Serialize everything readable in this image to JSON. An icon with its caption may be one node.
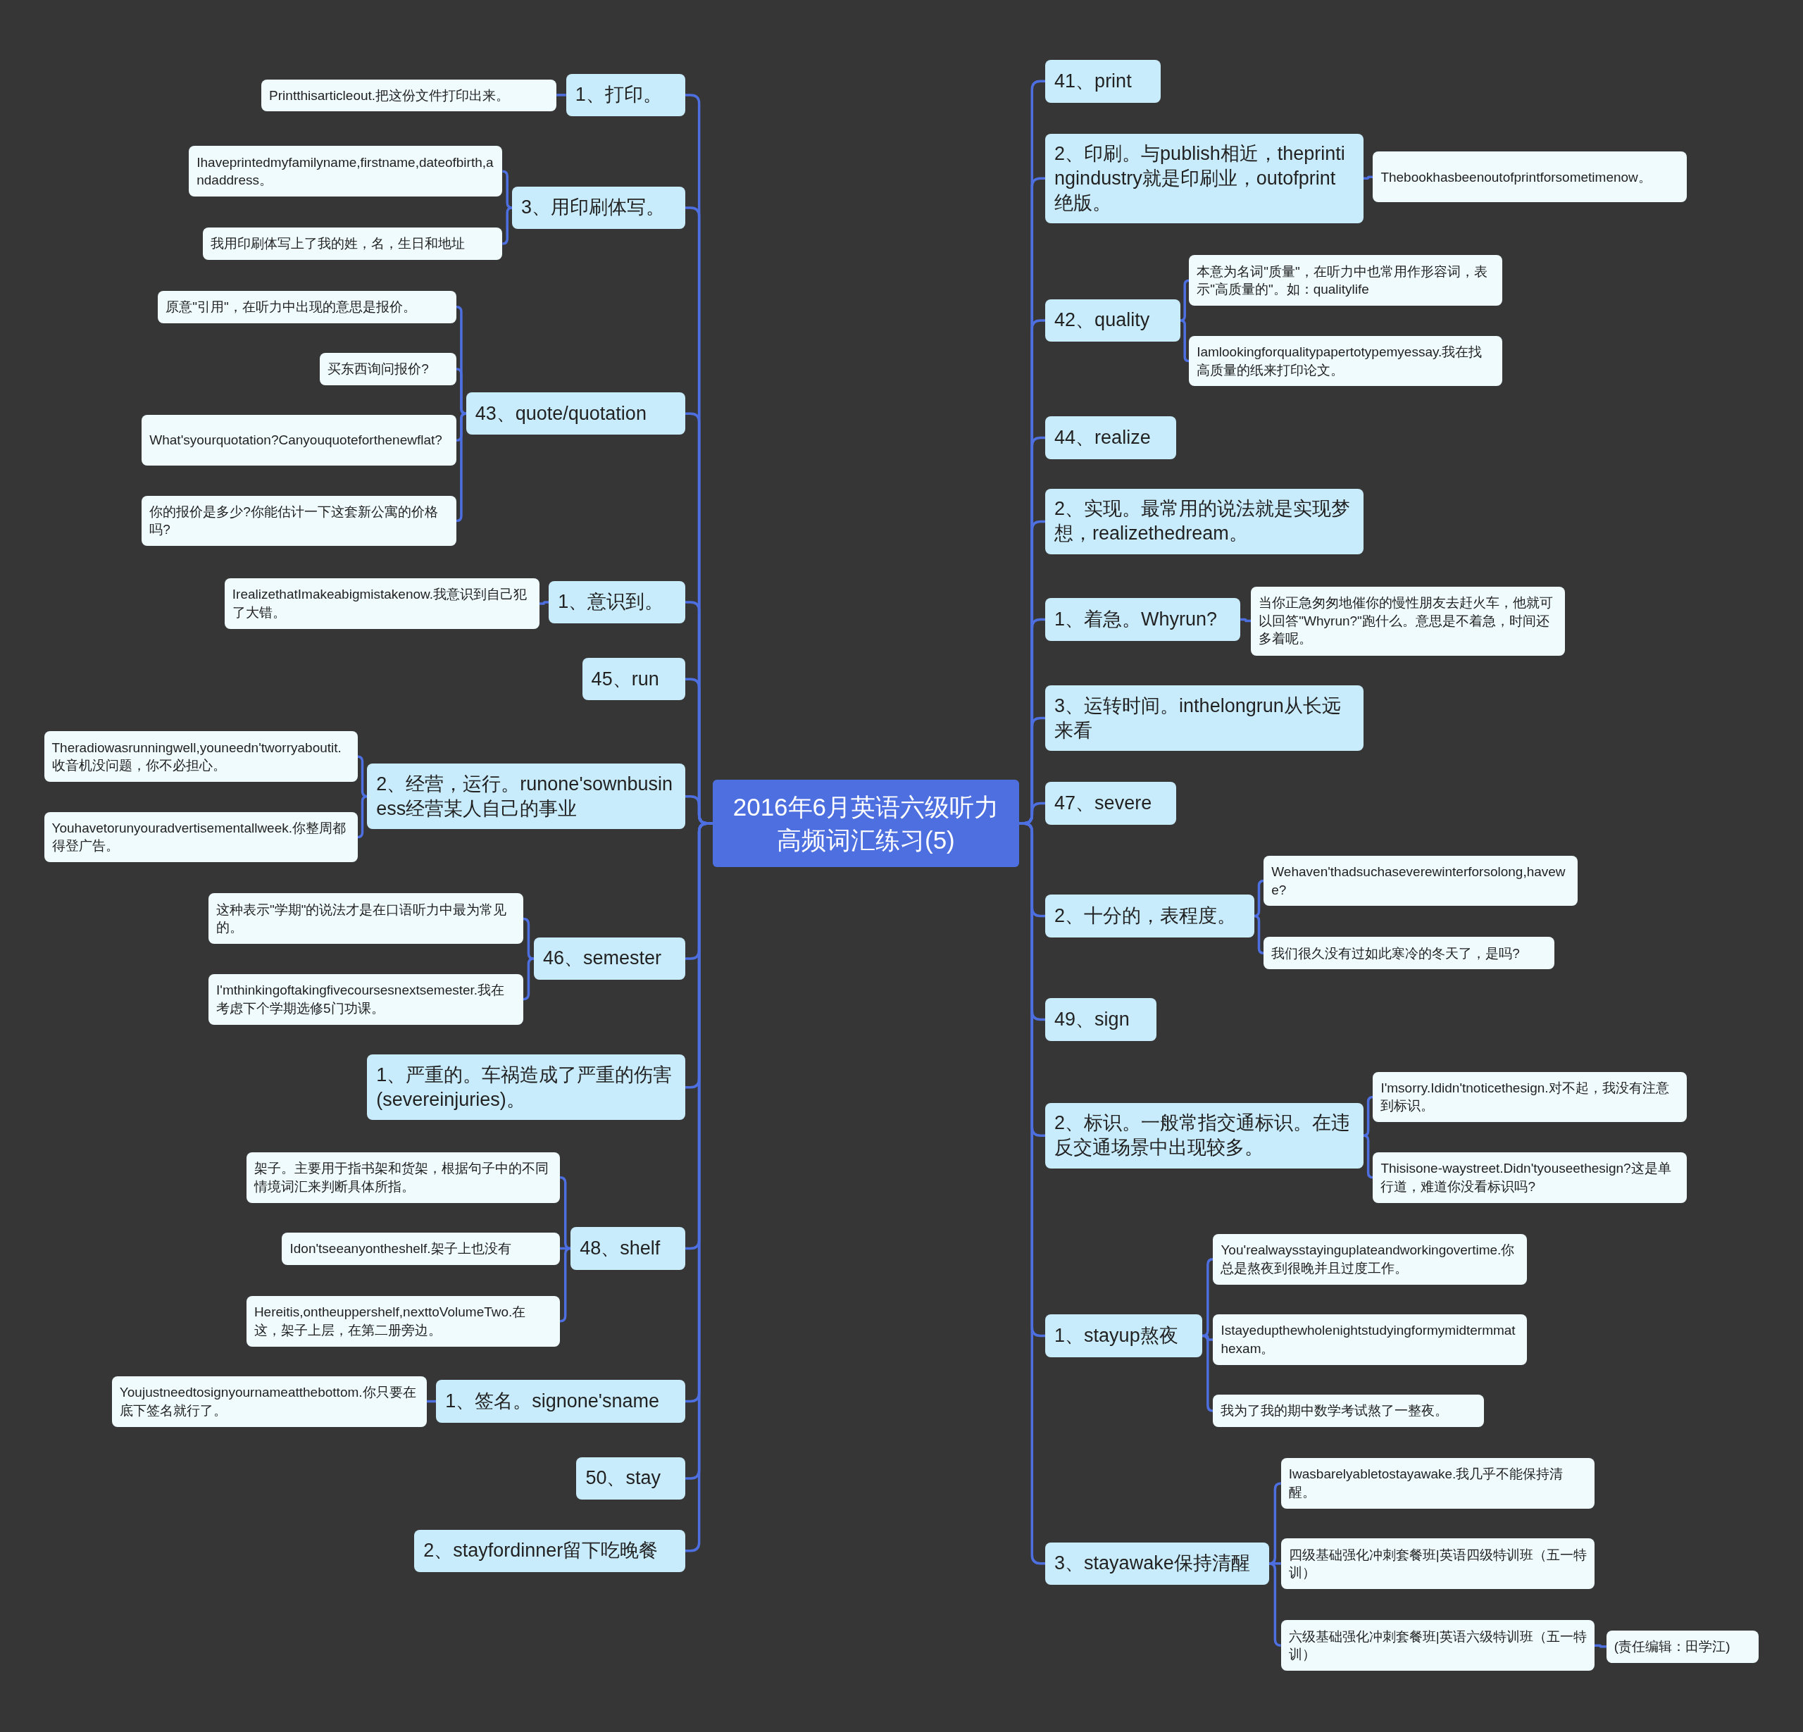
{
  "diagram": {
    "nodes": [
      {
        "text": [
          "2016年6月英语六级听力高频词汇练习(5)"
        ]
      },
      {
        "text": [
          "1、打印。"
        ]
      },
      {
        "text": [
          "Printthisarticleout.把这份文件打印出来。"
        ]
      },
      {
        "text": [
          "3、用印刷体写。"
        ]
      },
      {
        "text": [
          "Ihaveprintedmyfamilyname,firstname,dateofbirth,andaddress。"
        ]
      },
      {
        "text": [
          "我用印刷体写上了我的姓，名，生日和地址"
        ]
      },
      {
        "text": [
          "43、quote/quotation"
        ]
      },
      {
        "text": [
          "原意\"引用\"，在听力中出现的意思是报价。"
        ]
      },
      {
        "text": [
          "买东西询问报价?"
        ]
      },
      {
        "text": [
          "What'syourquotation?Canyouquoteforthenewflat?"
        ]
      },
      {
        "text": [
          "你的报价是多少?你能估计一下这套新公寓的价格吗?"
        ]
      },
      {
        "text": [
          "1、意识到。"
        ]
      },
      {
        "text": [
          "IrealizethatImakeabigmistakenow.我意识到自己犯了大错。"
        ]
      },
      {
        "text": [
          "45、run"
        ]
      },
      {
        "text": [
          "2、经营，运行。runone'sownbusiness经营某人自己的事业"
        ]
      },
      {
        "text": [
          "Theradiowasrunningwell,youneedn'tworryaboutit.收音机没问题，你不必担心。"
        ]
      },
      {
        "text": [
          "Youhavetorunyouradvertisementallweek.你整周都得登广告。"
        ]
      },
      {
        "text": [
          "46、semester"
        ]
      },
      {
        "text": [
          "这种表示\"学期\"的说法才是在口语听力中最为常见的。"
        ]
      },
      {
        "text": [
          "I'mthinkingoftakingfivecoursesnextsemester.我在考虑下个学期选修5门功课。"
        ]
      },
      {
        "text": [
          "1、严重的。车祸造成了严重的伤害(severeinjuries)。"
        ]
      },
      {
        "text": [
          "48、shelf"
        ]
      },
      {
        "text": [
          "架子。主要用于指书架和货架，根据句子中的不同情境词汇来判断具体所指。"
        ]
      },
      {
        "text": [
          "Idon'tseeanyontheshelf.架子上也没有"
        ]
      },
      {
        "text": [
          "Hereitis,ontheuppershelf,nexttoVolumeTwo.在这，架子上层，在第二册旁边。"
        ]
      },
      {
        "text": [
          "1、签名。signone'sname"
        ]
      },
      {
        "text": [
          "Youjustneedtosignyournameatthebottom.你只要在底下签名就行了。"
        ]
      },
      {
        "text": [
          "50、stay"
        ]
      },
      {
        "text": [
          "2、stayfordinner留下吃晚餐"
        ]
      },
      {
        "text": [
          "41、print"
        ]
      },
      {
        "text": [
          "2、印刷。与publish相近，theprintingindustry就是印刷业，outofprint绝版。"
        ]
      },
      {
        "text": [
          "Thebookhasbeenoutofprintforsometimenow。"
        ]
      },
      {
        "text": [
          "42、quality"
        ]
      },
      {
        "text": [
          "本意为名词\"质量\"，在听力中也常用作形容词，表示\"高质量的\"。如：qualitylife"
        ]
      },
      {
        "text": [
          "Iamlookingforqualitypapertotypemyessay.我在找高质量的纸来打印论文。"
        ]
      },
      {
        "text": [
          "44、realize"
        ]
      },
      {
        "text": [
          "2、实现。最常用的说法就是实现梦想，realizethedream。"
        ]
      },
      {
        "text": [
          "1、着急。Whyrun?"
        ]
      },
      {
        "text": [
          "当你正急匆匆地催你的慢性朋友去赶火车，他就可以回答\"Whyrun?\"跑什么。意思是不着急，时间还多着呢。"
        ]
      },
      {
        "text": [
          "3、运转时间。inthelongrun从长远来看"
        ]
      },
      {
        "text": [
          "47、severe"
        ]
      },
      {
        "text": [
          "2、十分的，表程度。"
        ]
      },
      {
        "text": [
          "Wehaven'thadsuchaseverewinterforsolong,havewe?"
        ]
      },
      {
        "text": [
          "我们很久没有过如此寒冷的冬天了，是吗?"
        ]
      },
      {
        "text": [
          "49、sign"
        ]
      },
      {
        "text": [
          "2、标识。一般常指交通标识。在违反交通场景中出现较多。"
        ]
      },
      {
        "text": [
          "I'msorry.Ididn'tnoticethesign.对不起，我没有注意到标识。"
        ]
      },
      {
        "text": [
          "Thisisone-waystreet.Didn'tyouseethesign?这是单行道，难道你没看标识吗?"
        ]
      },
      {
        "text": [
          "1、stayup熬夜"
        ]
      },
      {
        "text": [
          "You'realwaysstayinguplateandworkingovertime.你总是熬夜到很晚并且过度工作。"
        ]
      },
      {
        "text": [
          "Istayedupthewholenightstudyingformymidtermmathexam。"
        ]
      },
      {
        "text": [
          "我为了我的期中数学考试熬了一整夜。"
        ]
      },
      {
        "text": [
          "3、stayawake保持清醒"
        ]
      },
      {
        "text": [
          "Iwasbarelyabletostayawake.我几乎不能保持清醒。"
        ]
      },
      {
        "text": [
          "四级基础强化冲刺套餐班|英语四级特训班（五一特训）"
        ]
      },
      {
        "text": [
          "六级基础强化冲刺套餐班|英语六级特训班（五一特训）"
        ]
      },
      {
        "text": [
          "(责任编辑：田学江)"
        ]
      }
    ],
    "edges": [
      {
        "from": 0,
        "to": 1,
        "arrow": "none"
      },
      {
        "from": 1,
        "to": 2,
        "arrow": "none"
      },
      {
        "from": 0,
        "to": 3,
        "arrow": "none"
      },
      {
        "from": 3,
        "to": 4,
        "arrow": "none"
      },
      {
        "from": 3,
        "to": 5,
        "arrow": "none"
      },
      {
        "from": 0,
        "to": 6,
        "arrow": "none"
      },
      {
        "from": 6,
        "to": 7,
        "arrow": "none"
      },
      {
        "from": 6,
        "to": 8,
        "arrow": "none"
      },
      {
        "from": 6,
        "to": 9,
        "arrow": "none"
      },
      {
        "from": 6,
        "to": 10,
        "arrow": "none"
      },
      {
        "from": 0,
        "to": 11,
        "arrow": "none"
      },
      {
        "from": 11,
        "to": 12,
        "arrow": "none"
      },
      {
        "from": 0,
        "to": 13,
        "arrow": "none"
      },
      {
        "from": 0,
        "to": 14,
        "arrow": "none"
      },
      {
        "from": 14,
        "to": 15,
        "arrow": "none"
      },
      {
        "from": 14,
        "to": 16,
        "arrow": "none"
      },
      {
        "from": 0,
        "to": 17,
        "arrow": "none"
      },
      {
        "from": 17,
        "to": 18,
        "arrow": "none"
      },
      {
        "from": 17,
        "to": 19,
        "arrow": "none"
      },
      {
        "from": 0,
        "to": 20,
        "arrow": "none"
      },
      {
        "from": 0,
        "to": 21,
        "arrow": "none"
      },
      {
        "from": 21,
        "to": 22,
        "arrow": "none"
      },
      {
        "from": 21,
        "to": 23,
        "arrow": "none"
      },
      {
        "from": 21,
        "to": 24,
        "arrow": "none"
      },
      {
        "from": 0,
        "to": 25,
        "arrow": "none"
      },
      {
        "from": 25,
        "to": 26,
        "arrow": "none"
      },
      {
        "from": 0,
        "to": 27,
        "arrow": "none"
      },
      {
        "from": 0,
        "to": 28,
        "arrow": "none"
      },
      {
        "from": 0,
        "to": 29,
        "arrow": "none"
      },
      {
        "from": 0,
        "to": 30,
        "arrow": "none"
      },
      {
        "from": 30,
        "to": 31,
        "arrow": "none"
      },
      {
        "from": 0,
        "to": 32,
        "arrow": "none"
      },
      {
        "from": 32,
        "to": 33,
        "arrow": "none"
      },
      {
        "from": 32,
        "to": 34,
        "arrow": "none"
      },
      {
        "from": 0,
        "to": 35,
        "arrow": "none"
      },
      {
        "from": 0,
        "to": 36,
        "arrow": "none"
      },
      {
        "from": 0,
        "to": 37,
        "arrow": "none"
      },
      {
        "from": 37,
        "to": 38,
        "arrow": "none"
      },
      {
        "from": 0,
        "to": 39,
        "arrow": "none"
      },
      {
        "from": 0,
        "to": 40,
        "arrow": "none"
      },
      {
        "from": 0,
        "to": 41,
        "arrow": "none"
      },
      {
        "from": 41,
        "to": 42,
        "arrow": "none"
      },
      {
        "from": 41,
        "to": 43,
        "arrow": "none"
      },
      {
        "from": 0,
        "to": 44,
        "arrow": "none"
      },
      {
        "from": 0,
        "to": 45,
        "arrow": "none"
      },
      {
        "from": 45,
        "to": 46,
        "arrow": "none"
      },
      {
        "from": 45,
        "to": 47,
        "arrow": "none"
      },
      {
        "from": 0,
        "to": 48,
        "arrow": "none"
      },
      {
        "from": 48,
        "to": 49,
        "arrow": "none"
      },
      {
        "from": 48,
        "to": 50,
        "arrow": "none"
      },
      {
        "from": 48,
        "to": 51,
        "arrow": "none"
      },
      {
        "from": 0,
        "to": 52,
        "arrow": "none"
      },
      {
        "from": 52,
        "to": 53,
        "arrow": "none"
      },
      {
        "from": 52,
        "to": 54,
        "arrow": "none"
      },
      {
        "from": 52,
        "to": 55,
        "arrow": "none"
      },
      {
        "from": 55,
        "to": 56,
        "arrow": "none"
      }
    ]
  }
}
